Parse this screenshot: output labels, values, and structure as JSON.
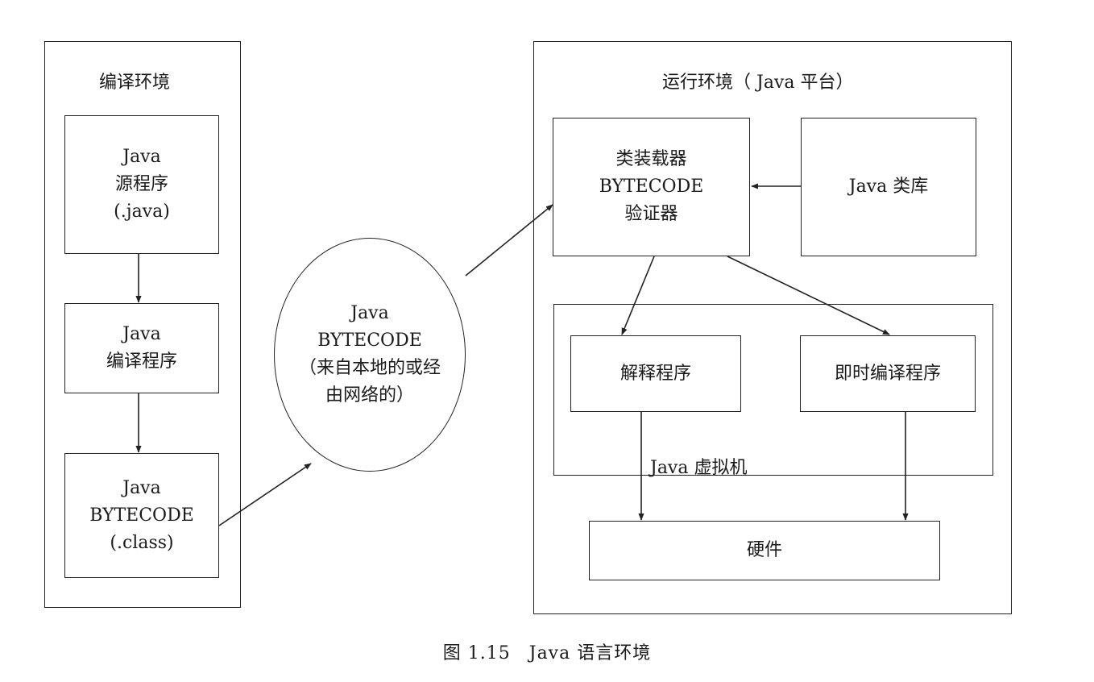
{
  "compile_env": {
    "title": "编译环境",
    "source": [
      "Java",
      "源程序",
      "(.java)"
    ],
    "compiler": [
      "Java",
      "编译程序"
    ],
    "bytecode": [
      "Java",
      "BYTECODE",
      "(.class)"
    ]
  },
  "transfer": {
    "lines": [
      "Java",
      "BYTECODE",
      "（来自本地的或经",
      "由网络的）"
    ]
  },
  "runtime_env": {
    "title": "运行环境（ Java 平台）",
    "loader": [
      "类装载器",
      "BYTECODE",
      "验证器"
    ],
    "class_library": "Java 类库",
    "interpreter": "解释程序",
    "jit": "即时编译程序",
    "jvm_label": "Java 虚拟机",
    "hardware": "硬件"
  },
  "caption": "图 1.15　Java 语言环境"
}
